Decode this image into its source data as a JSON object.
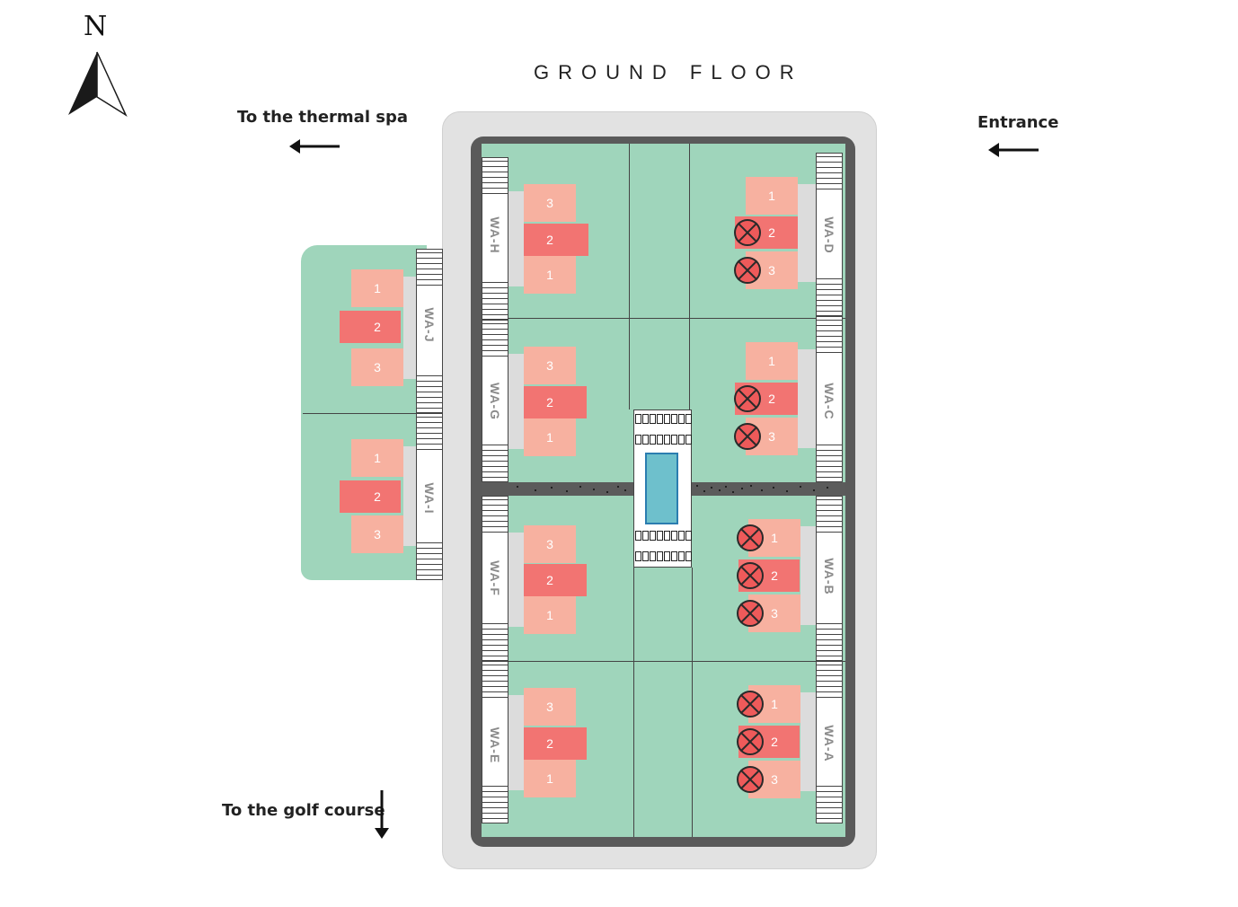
{
  "title": "GROUND FLOOR",
  "compass": {
    "label": "N"
  },
  "navigation": {
    "spa": "To the thermal spa",
    "entrance": "Entrance",
    "golf": "To the golf course"
  },
  "colors": {
    "garden": "#9fd5bb",
    "room": "#f7b1a0",
    "room_middle": "#f27472",
    "booked": "#ee5a5a",
    "pool_water": "#6ec0cc"
  },
  "wings": [
    {
      "id": "WA-H",
      "rooms": [
        {
          "number": "3",
          "booked": false
        },
        {
          "number": "2",
          "booked": false
        },
        {
          "number": "1",
          "booked": false
        }
      ]
    },
    {
      "id": "WA-G",
      "rooms": [
        {
          "number": "3",
          "booked": false
        },
        {
          "number": "2",
          "booked": false
        },
        {
          "number": "1",
          "booked": false
        }
      ]
    },
    {
      "id": "WA-F",
      "rooms": [
        {
          "number": "3",
          "booked": false
        },
        {
          "number": "2",
          "booked": false
        },
        {
          "number": "1",
          "booked": false
        }
      ]
    },
    {
      "id": "WA-E",
      "rooms": [
        {
          "number": "3",
          "booked": false
        },
        {
          "number": "2",
          "booked": false
        },
        {
          "number": "1",
          "booked": false
        }
      ]
    },
    {
      "id": "WA-D",
      "rooms": [
        {
          "number": "1",
          "booked": false
        },
        {
          "number": "2",
          "booked": true
        },
        {
          "number": "3",
          "booked": true
        }
      ]
    },
    {
      "id": "WA-C",
      "rooms": [
        {
          "number": "1",
          "booked": false
        },
        {
          "number": "2",
          "booked": true
        },
        {
          "number": "3",
          "booked": true
        }
      ]
    },
    {
      "id": "WA-B",
      "rooms": [
        {
          "number": "1",
          "booked": true
        },
        {
          "number": "2",
          "booked": true
        },
        {
          "number": "3",
          "booked": true
        }
      ]
    },
    {
      "id": "WA-A",
      "rooms": [
        {
          "number": "1",
          "booked": true
        },
        {
          "number": "2",
          "booked": true
        },
        {
          "number": "3",
          "booked": true
        }
      ]
    },
    {
      "id": "WA-J",
      "rooms": [
        {
          "number": "1",
          "booked": false
        },
        {
          "number": "2",
          "booked": false
        },
        {
          "number": "3",
          "booked": false
        }
      ]
    },
    {
      "id": "WA-I",
      "rooms": [
        {
          "number": "1",
          "booked": false
        },
        {
          "number": "2",
          "booked": false
        },
        {
          "number": "3",
          "booked": false
        }
      ]
    }
  ]
}
